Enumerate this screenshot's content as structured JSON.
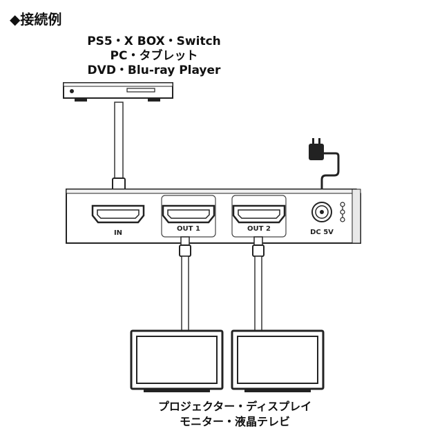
{
  "heading": "◆接続例",
  "source_device": {
    "lines": [
      "PS5・X BOX・Switch",
      "PC・タブレット",
      "DVD・Blu-ray Player"
    ]
  },
  "splitter": {
    "ports": {
      "input": "IN",
      "output1": "OUT 1",
      "output2": "OUT 2",
      "power": "DC 5V"
    }
  },
  "display_devices": {
    "lines": [
      "プロジェクター・ディスプレイ",
      "モニター・液晶テレビ"
    ]
  },
  "icons": [
    "diamond-bullet",
    "media-player-icon",
    "power-adapter-icon",
    "hdmi-plug-icon",
    "monitor-icon",
    "dc-jack-icon",
    "polarity-icon"
  ]
}
